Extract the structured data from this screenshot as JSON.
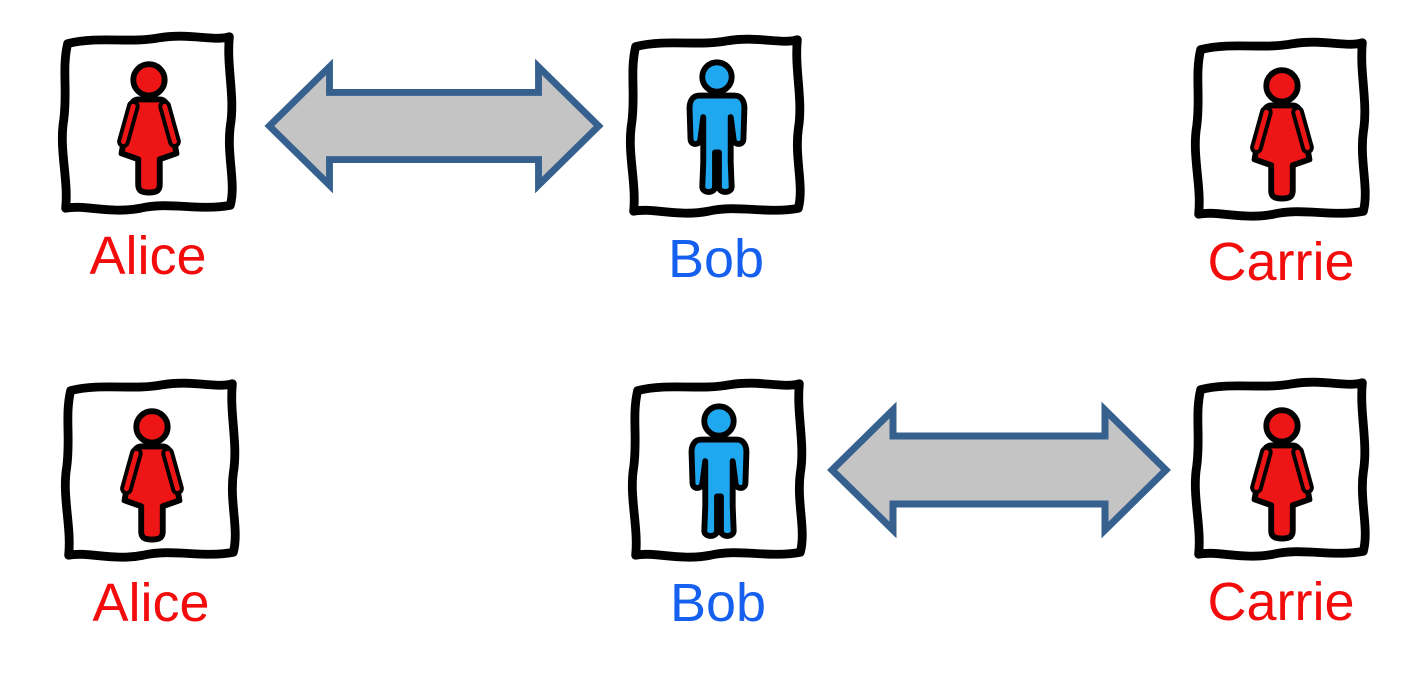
{
  "page": {
    "type": "relationship-diagram",
    "background": "#ffffff"
  },
  "colors": {
    "female_fill": "#ed1515",
    "female_label": "#f20c0c",
    "male_fill": "#1fa7ef",
    "male_label": "#1560ef",
    "arrow_fill": "#c4c4c4",
    "arrow_border": "#36618f",
    "frame_stroke": "#000000",
    "figure_outline": "#000000"
  },
  "rows": [
    {
      "name": "top",
      "people": [
        {
          "label": "Alice",
          "gender": "female",
          "icon": "female-figure-icon",
          "connected": true
        },
        {
          "label": "Bob",
          "gender": "male",
          "icon": "male-figure-icon",
          "connected": true
        },
        {
          "label": "Carrie",
          "gender": "female",
          "icon": "female-figure-icon",
          "connected": false
        }
      ],
      "connection": {
        "type": "double-headed-arrow",
        "from": "Alice",
        "to": "Bob"
      }
    },
    {
      "name": "bottom",
      "people": [
        {
          "label": "Alice",
          "gender": "female",
          "icon": "female-figure-icon",
          "connected": false
        },
        {
          "label": "Bob",
          "gender": "male",
          "icon": "male-figure-icon",
          "connected": true
        },
        {
          "label": "Carrie",
          "gender": "female",
          "icon": "female-figure-icon",
          "connected": true
        }
      ],
      "connection": {
        "type": "double-headed-arrow",
        "from": "Bob",
        "to": "Carrie"
      }
    }
  ]
}
